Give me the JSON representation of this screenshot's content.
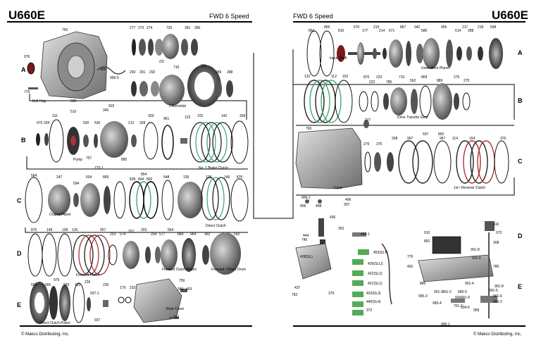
{
  "left_page": {
    "title": "U660E",
    "subtitle": "FWD 6 Speed",
    "copyright": "© Makco Distributing, Inc.",
    "row_labels": [
      "A",
      "B",
      "C",
      "D",
      "E"
    ],
    "part_numbers": [
      "750",
      "076",
      "776",
      "277",
      "273",
      "274",
      "730",
      "281",
      "280",
      "906",
      "906-5",
      "293",
      "291",
      "292",
      "716",
      "720",
      "289",
      "288",
      "/15",
      "500",
      "311",
      "075",
      "034",
      "510",
      "530",
      "536",
      "345",
      "502",
      "212",
      "328",
      "329",
      "961",
      "122",
      "102",
      "142",
      "339",
      "757",
      "775-1",
      "885",
      "584",
      "247",
      "594",
      "604",
      "865",
      "839",
      "844",
      "854",
      "892",
      "548",
      "135",
      "108",
      "146",
      "876",
      "876",
      "148",
      "108",
      "126",
      "057",
      "253",
      "574",
      "257",
      "203",
      "254",
      "577",
      "564",
      "884",
      "964",
      "362",
      "550",
      "565",
      "976",
      "565",
      "976",
      "120",
      "226",
      "235",
      "937-1",
      "937",
      "179",
      "233",
      "759",
      "366",
      "403",
      "760"
    ],
    "captions": [
      "Bell Hsg.",
      "Differential",
      "Pump",
      "No. 1 Brake Clutch",
      "Output Planet",
      "Direct Clutch",
      "Forward Clutch",
      "Forward Clutch Piston",
      "Forward / Direct Drum",
      "Direct Clutch Piston",
      "Rear Cover"
    ]
  },
  "right_page": {
    "title": "U660E",
    "subtitle": "FWD 6 Speed",
    "copyright": "© Makco Distributing, Inc.",
    "row_labels": [
      "A",
      "B",
      "C",
      "D",
      "E"
    ],
    "part_numbers": [
      "864",
      "865",
      "816",
      "670",
      "177",
      "215",
      "214",
      "571",
      "867",
      "042",
      "586",
      "056",
      "614",
      "217",
      "288",
      "218",
      "598",
      "132",
      "112",
      "152",
      "870",
      "222",
      "223",
      "785",
      "710",
      "562",
      "869",
      "889",
      "276",
      "275",
      "277",
      "760",
      "276",
      "375",
      "338",
      "967",
      "597",
      "967",
      "892",
      "114",
      "154",
      "376",
      "906-1",
      "906",
      "408",
      "406",
      "307",
      "436",
      "262",
      "444-1",
      "444",
      "740",
      "428(SL)",
      "453(SLT)",
      "429(SLU)",
      "422(SL2)",
      "421(SL1)",
      "423(SL3)",
      "440(SL4)",
      "372",
      "437",
      "782",
      "379",
      "010",
      "892",
      "410",
      "072",
      "308",
      "901-8",
      "901-6",
      "785",
      "776",
      "402",
      "885",
      "901-4",
      "901-8",
      "301-5",
      "901-6",
      "995-2",
      "995-3",
      "901-3",
      "901-2",
      "934",
      "959",
      "934-6",
      "995-1",
      "995-4",
      "995-5",
      "301-9",
      "701-7"
    ],
    "captions": [
      "Input Shaft",
      "Underdrive Planet",
      "Drive Transfer Gear",
      "Case",
      "1st / Reverse Clutch"
    ]
  }
}
